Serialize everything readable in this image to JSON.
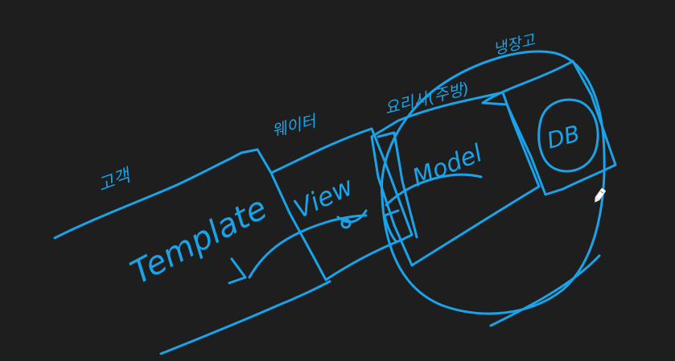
{
  "canvas": {
    "background": "#1e1e1e",
    "ink_color": "#1aa3e8"
  },
  "labels": {
    "client": "고객",
    "waiter": "웨이터",
    "chef": "요리사(주방)",
    "fridge": "냉장고",
    "template": "Template",
    "view": "View",
    "model": "Model",
    "db": "DB"
  },
  "cursor": {
    "icon": "pen-cursor-icon"
  }
}
